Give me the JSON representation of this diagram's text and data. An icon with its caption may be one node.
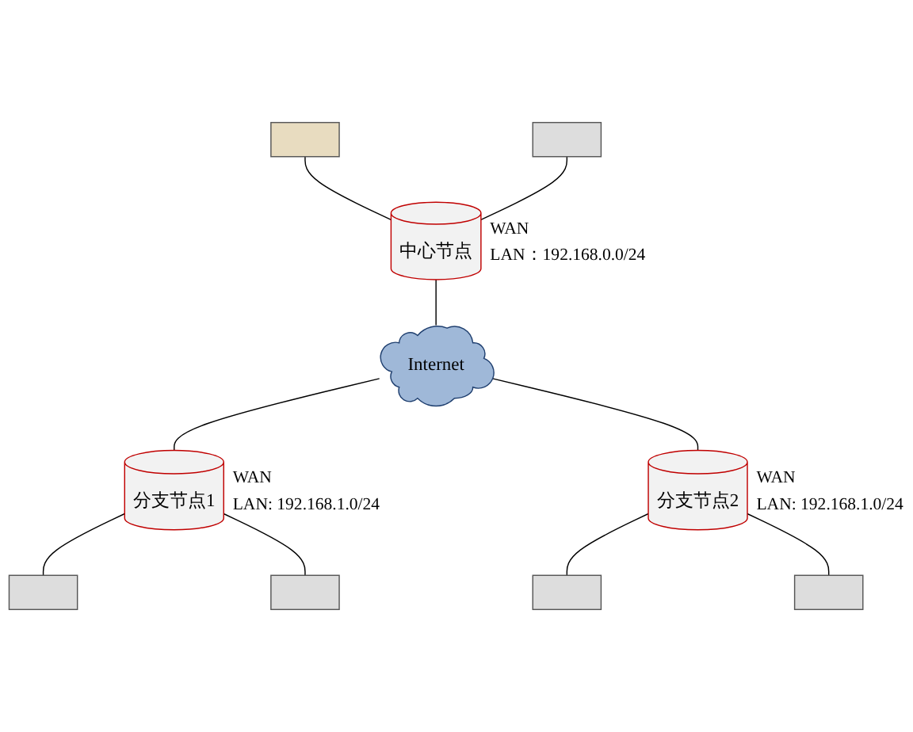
{
  "diagram": {
    "nodes": [
      {
        "text": [],
        "shape": "box"
      },
      {
        "text": [],
        "shape": "box"
      },
      {
        "text": [
          "中心节点"
        ],
        "beside": [
          "WAN",
          "LAN：192.168.0.0/24"
        ]
      },
      {
        "text": [
          "Internet"
        ]
      },
      {
        "text": [
          "分支节点1"
        ],
        "beside": [
          "WAN",
          "LAN: 192.168.1.0/24"
        ]
      },
      {
        "text": [
          "分支节点2"
        ],
        "beside": [
          "WAN",
          "LAN: 192.168.1.0/24"
        ]
      },
      {
        "text": [],
        "shape": "box"
      },
      {
        "text": [],
        "shape": "box"
      },
      {
        "text": [],
        "shape": "box"
      },
      {
        "text": [],
        "shape": "box"
      }
    ],
    "edges": [
      {
        "from": 0,
        "to": 2,
        "arrow": "none"
      },
      {
        "from": 1,
        "to": 2,
        "arrow": "none"
      },
      {
        "from": 2,
        "to": 3,
        "arrow": "none"
      },
      {
        "from": 3,
        "to": 4,
        "arrow": "none"
      },
      {
        "from": 3,
        "to": 5,
        "arrow": "none"
      },
      {
        "from": 4,
        "to": 6,
        "arrow": "none"
      },
      {
        "from": 4,
        "to": 7,
        "arrow": "none"
      },
      {
        "from": 5,
        "to": 8,
        "arrow": "none"
      },
      {
        "from": 5,
        "to": 9,
        "arrow": "none"
      }
    ]
  }
}
